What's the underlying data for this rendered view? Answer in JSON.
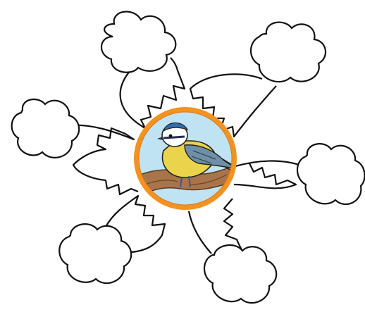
{
  "diagram": {
    "type": "spider-map",
    "center": {
      "image": "blue-tit-on-branch",
      "ring_color": "#F39220",
      "sky_color": "#BFE3F2"
    },
    "branch_count": 6,
    "cloud_labels": [
      "",
      "",
      "",
      "",
      "",
      ""
    ],
    "colors": {
      "outline": "#111111",
      "cloud_fill": "#ffffff",
      "bird_cap": "#2F6FB3",
      "bird_belly": "#E9D44B",
      "bird_wing": "#6E8FA6",
      "branch": "#A8744A"
    }
  }
}
